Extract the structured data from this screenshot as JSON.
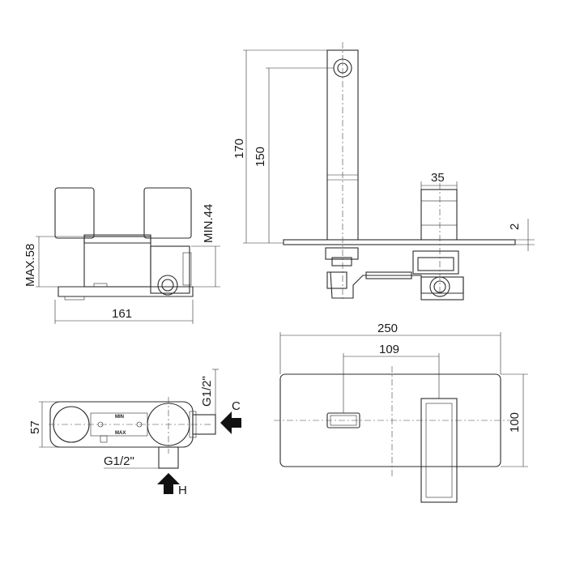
{
  "dimensions": {
    "side_width": "161",
    "side_max": "MAX.58",
    "side_min": "MIN.44",
    "front_total_height": "170",
    "front_spout_height": "150",
    "front_handle_width": "35",
    "front_plate_thickness": "2",
    "plate_width": "250",
    "plate_center_distance": "109",
    "plate_height": "100",
    "body_depth": "57",
    "thread_top": "G1/2\"",
    "thread_bottom": "G1/2\""
  },
  "labels": {
    "inlet_cold": "C",
    "inlet_hot": "H",
    "body_min": "MIN",
    "body_max": "MAX"
  }
}
